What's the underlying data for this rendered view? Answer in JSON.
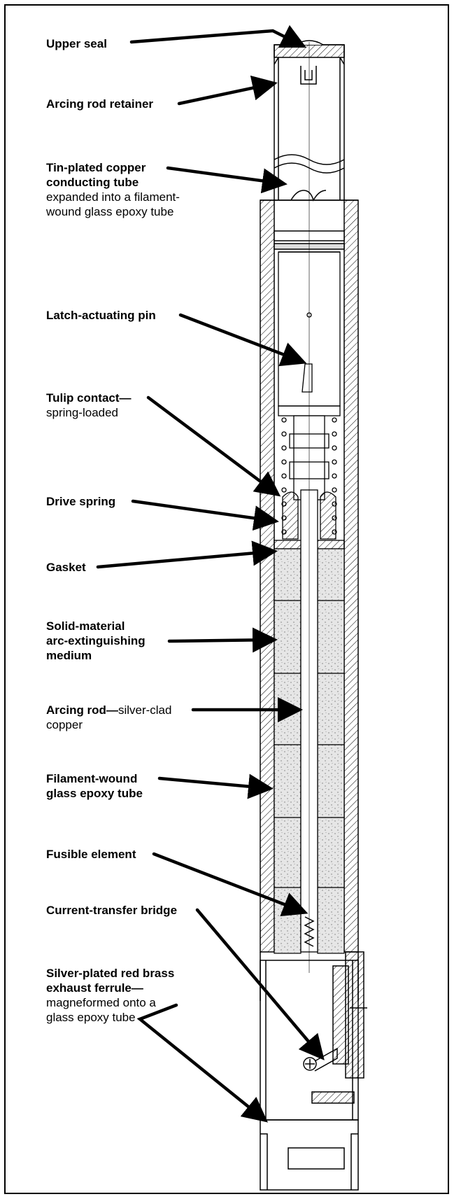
{
  "labels": {
    "upper_seal": "Upper seal",
    "arcing_rod_retainer": "Arcing rod retainer",
    "conducting_tube_l1": "Tin-plated copper",
    "conducting_tube_l2": "conducting tube",
    "conducting_tube_l3": "expanded into a filament-",
    "conducting_tube_l4": "wound glass epoxy tube",
    "latch_pin": "Latch-actuating pin",
    "tulip_l1": "Tulip contact—",
    "tulip_l2": "spring-loaded",
    "drive_spring": "Drive spring",
    "gasket": "Gasket",
    "solid_l1": "Solid-material",
    "solid_l2": "arc-extinguishing",
    "solid_l3": "medium",
    "arcing_rod_bold": "Arcing rod—",
    "arcing_rod_rest": "silver-clad",
    "arcing_rod_l2": "copper",
    "filament_l1": "Filament-wound",
    "filament_l2": "glass epoxy tube",
    "fusible": "Fusible element",
    "bridge": "Current-transfer bridge",
    "ferrule_l1": "Silver-plated red brass",
    "ferrule_l2": "exhaust ferrule—",
    "ferrule_l3": "magneformed onto a",
    "ferrule_l4": "glass epoxy tube"
  }
}
